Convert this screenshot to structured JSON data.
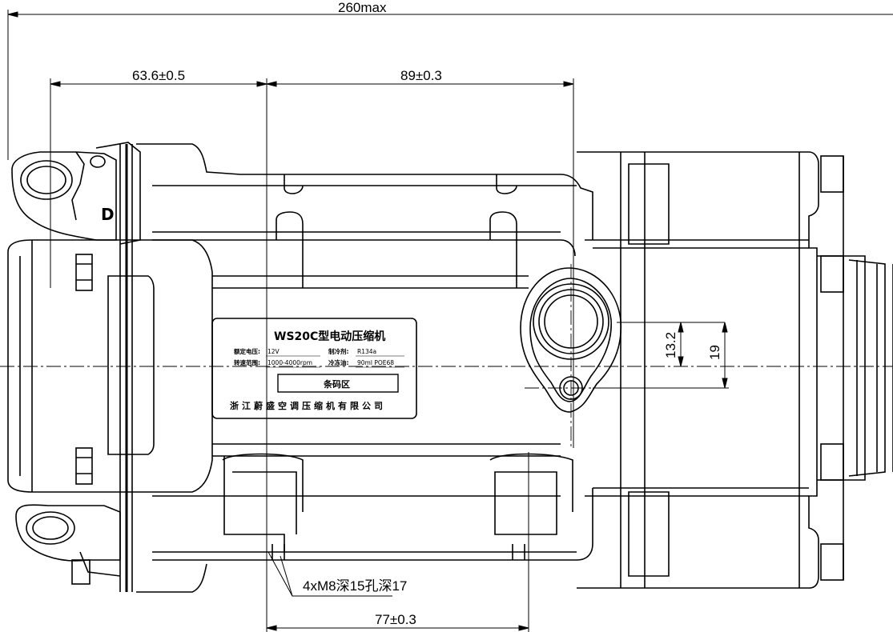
{
  "dimensions": {
    "overall": "260max",
    "left_offset": "63.6±0.5",
    "top_span": "89±0.3",
    "bottom_span": "77±0.3",
    "port_offset_small": "13.2",
    "port_offset_large": "19"
  },
  "callout": {
    "holes": "4xM8深15孔深17"
  },
  "marking": {
    "d_letter": "D"
  },
  "nameplate": {
    "title": "WS20C型电动压缩机",
    "rows": [
      {
        "label1": "额定电压:",
        "value1": "12V",
        "label2": "制冷剂:",
        "value2": "R134a"
      },
      {
        "label1": "转速范围:",
        "value1": "1000-4000rpm",
        "label2": "冷冻油:",
        "value2": "90ml POE68"
      }
    ],
    "barcode_area": "条码区",
    "manufacturer": "浙江蔚盛空调压缩机有限公司"
  },
  "colors": {
    "line": "#000000",
    "background": "#ffffff"
  }
}
